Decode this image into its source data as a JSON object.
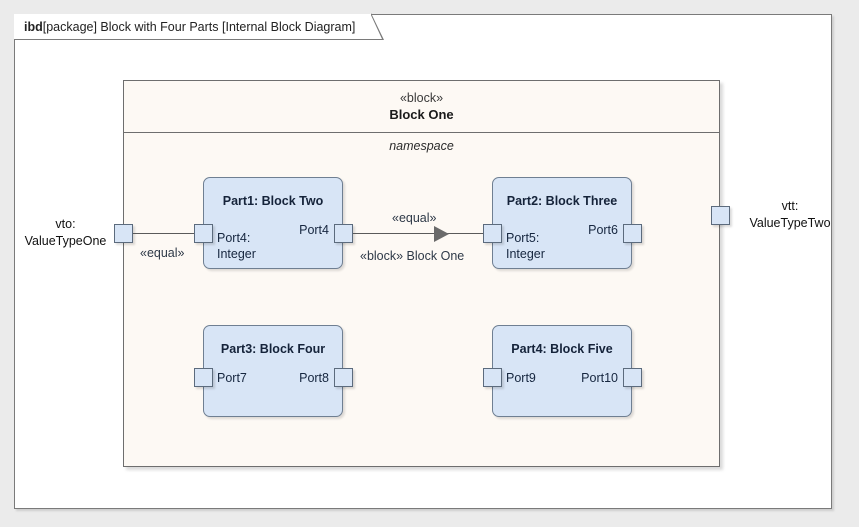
{
  "frame": {
    "kind": "ibd",
    "caption": "[package] Block with Four Parts [Internal Block Diagram]"
  },
  "block_one": {
    "stereotype": "«block»",
    "name": "Block One",
    "compartment": "namespace"
  },
  "parts": [
    {
      "id": "part1",
      "title": "Part1: Block Two",
      "left_port_label": "Port4:\nInteger",
      "right_port_label": "Port4"
    },
    {
      "id": "part2",
      "title": "Part2: Block Three",
      "left_port_label": "Port5:\nInteger",
      "right_port_label": "Port6"
    },
    {
      "id": "part3",
      "title": "Part3: Block Four",
      "left_port_label": "Port7",
      "right_port_label": "Port8"
    },
    {
      "id": "part4",
      "title": "Part4: Block Five",
      "left_port_label": "Port9",
      "right_port_label": "Port10"
    }
  ],
  "connectors": {
    "left": {
      "label": "«equal»"
    },
    "middle": {
      "label_top": "«equal»",
      "label_bottom": "«block» Block One"
    }
  },
  "external": {
    "left": "vto:\nValueTypeOne",
    "right": "vtt:\nValueTypeTwo"
  },
  "colors": {
    "canvas": "#ebebeb",
    "frame_bg": "#ffffff",
    "block_fill": "#fdf9f4",
    "part_fill": "#d8e5f6",
    "part_border": "#6f7f92",
    "line": "#5a5a5a"
  }
}
